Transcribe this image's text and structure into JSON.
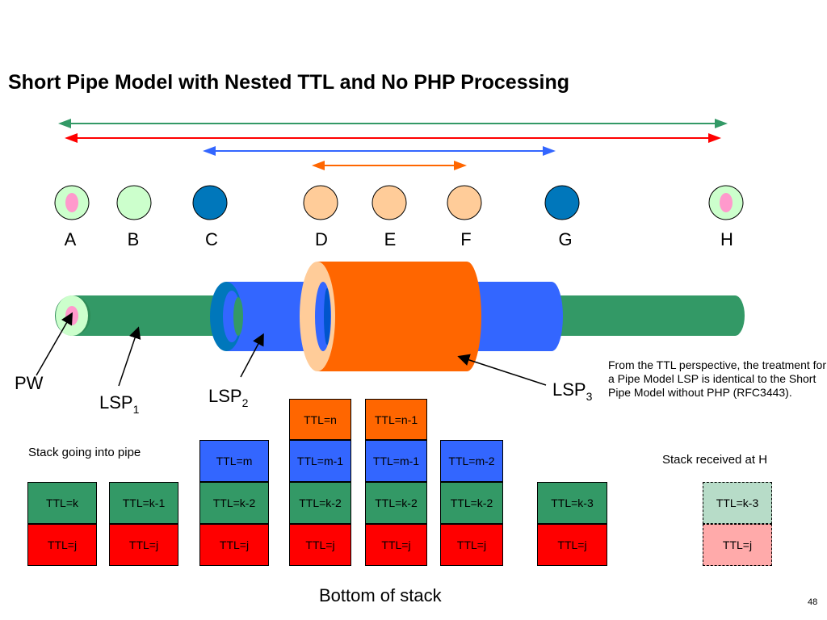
{
  "title": "Short Pipe Model with Nested TTL and No PHP Processing",
  "colors": {
    "green": "#339966",
    "red": "#ff0000",
    "blue": "#3366ff",
    "orange": "#ff6600",
    "node_light_green": "#ccffcc",
    "node_peach": "#ffcc99",
    "node_blue": "#0077bb",
    "pink_core": "#ff99cc"
  },
  "nodes": [
    {
      "label": "A"
    },
    {
      "label": "B"
    },
    {
      "label": "C"
    },
    {
      "label": "D"
    },
    {
      "label": "E"
    },
    {
      "label": "F"
    },
    {
      "label": "G"
    },
    {
      "label": "H"
    }
  ],
  "pipe_labels": {
    "pw": "PW",
    "lsp1": {
      "text": "LSP",
      "sub": "1"
    },
    "lsp2": {
      "text": "LSP",
      "sub": "2"
    },
    "lsp3": {
      "text": "LSP",
      "sub": "3"
    }
  },
  "note": "From the TTL perspective, the treatment for a Pipe Model LSP is identical to the Short Pipe Model without PHP (RFC3443).",
  "captions": {
    "stack_in": "Stack going into pipe",
    "stack_out": "Stack received at H",
    "bottom": "Bottom of stack",
    "slide_number": "48"
  },
  "stacks": [
    [
      "TTL=k",
      "TTL=j"
    ],
    [
      "TTL=k-1",
      "TTL=j"
    ],
    [
      "TTL=m",
      "TTL=k-2",
      "TTL=j"
    ],
    [
      "TTL=n",
      "TTL=m-1",
      "TTL=k-2",
      "TTL=j"
    ],
    [
      "TTL=n-1",
      "TTL=m-1",
      "TTL=k-2",
      "TTL=j"
    ],
    [
      "TTL=m-2",
      "TTL=k-2",
      "TTL=j"
    ],
    [
      "TTL=k-3",
      "TTL=j"
    ],
    [
      "TTL=k-3",
      "TTL=j"
    ]
  ]
}
